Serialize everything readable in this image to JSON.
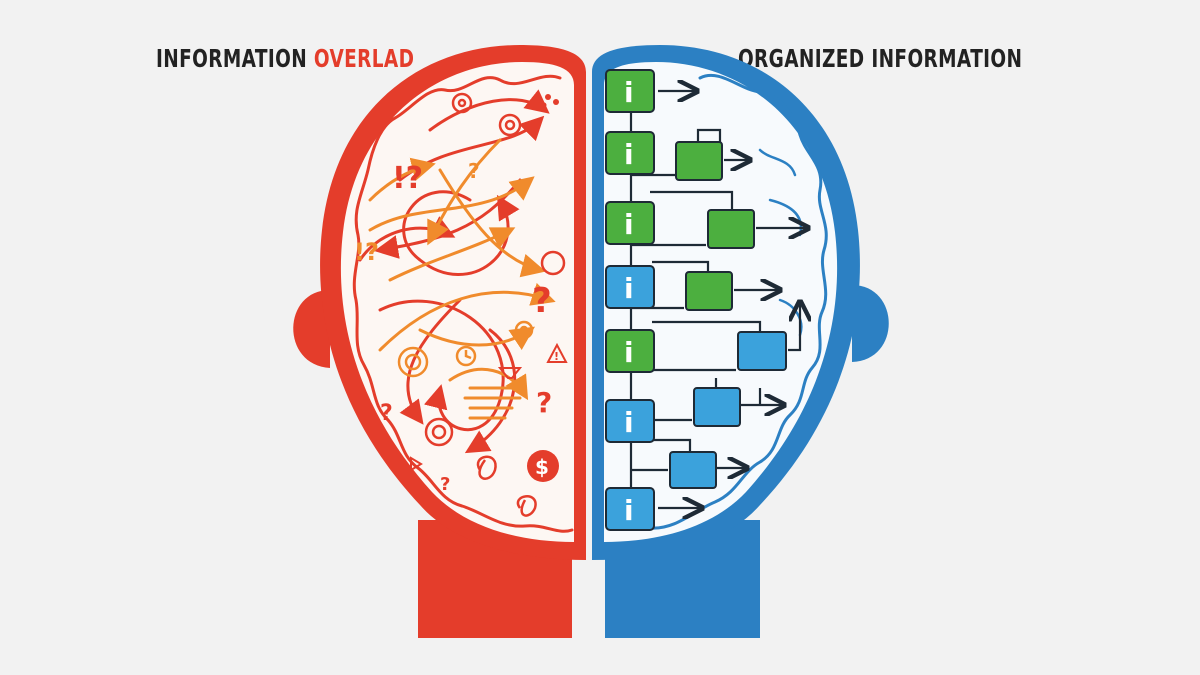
{
  "titles": {
    "left_part1": "INFORMATION ",
    "left_part2": "OVERLAD",
    "right": "ORGANIZED INFORMATION"
  },
  "colors": {
    "background": "#f2f2f2",
    "chaos_red": "#e43d2b",
    "chaos_orange": "#f08b2c",
    "order_blue": "#2c80c3",
    "node_green": "#4caf3f",
    "node_blue": "#3ba2dc",
    "line_dark": "#1e2a36",
    "title_text": "#222222"
  },
  "icons": {
    "info_glyph": "i",
    "question_glyph": "?",
    "exclaim_question": "!?",
    "dollar_glyph": "$",
    "warning_glyph": "!"
  },
  "diagram": {
    "info_nodes": [
      {
        "color": "green"
      },
      {
        "color": "green"
      },
      {
        "color": "green"
      },
      {
        "color": "blue"
      },
      {
        "color": "green"
      },
      {
        "color": "blue"
      },
      {
        "color": "blue"
      }
    ]
  }
}
